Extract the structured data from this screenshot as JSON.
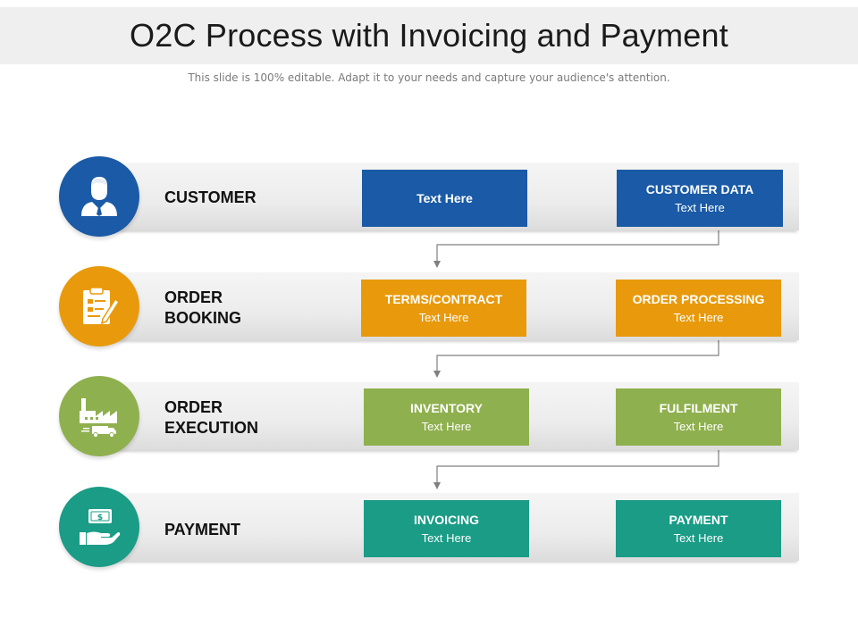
{
  "header": {
    "title": "O2C Process with Invoicing and Payment",
    "subtitle": "This slide is 100% editable. Adapt it to your needs and capture your audience's attention."
  },
  "rows": [
    {
      "label_lines": [
        "CUSTOMER"
      ],
      "icon": "user-icon",
      "color": "#1a5aa6",
      "box1": {
        "title": "Text Here",
        "sub": ""
      },
      "box2": {
        "title": "CUSTOMER DATA",
        "sub": "Text Here"
      }
    },
    {
      "label_lines": [
        "ORDER",
        "BOOKING"
      ],
      "icon": "clipboard-pencil-icon",
      "color": "#e89a0c",
      "box1": {
        "title": "TERMS/CONTRACT",
        "sub": "Text Here"
      },
      "box2": {
        "title": "ORDER PROCESSING",
        "sub": "Text Here"
      }
    },
    {
      "label_lines": [
        "ORDER",
        "EXECUTION"
      ],
      "icon": "factory-truck-icon",
      "color": "#8fb04e",
      "box1": {
        "title": "INVENTORY",
        "sub": "Text Here"
      },
      "box2": {
        "title": "FULFILMENT",
        "sub": "Text Here"
      }
    },
    {
      "label_lines": [
        "PAYMENT"
      ],
      "icon": "hand-money-icon",
      "color": "#1a9c86",
      "box1": {
        "title": "INVOICING",
        "sub": "Text Here"
      },
      "box2": {
        "title": "PAYMENT",
        "sub": "Text Here"
      }
    }
  ]
}
